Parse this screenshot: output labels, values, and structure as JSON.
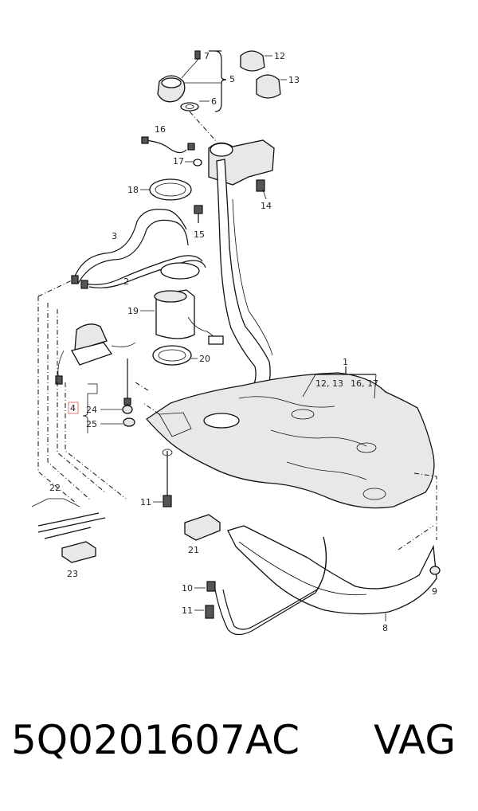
{
  "footer": {
    "part_number": "5Q0201607AC",
    "brand": "VAG"
  },
  "callouts": {
    "c1": "1",
    "c1a": "12, 13",
    "c1b": "16, 17",
    "c2": "2",
    "c3": "3",
    "c4": "4",
    "c5": "5",
    "c6": "6",
    "c7": "7",
    "c8": "8",
    "c9": "9",
    "c10": "10",
    "c11a": "11",
    "c11b": "11",
    "c12": "12",
    "c13": "13",
    "c14": "14",
    "c15": "15",
    "c16": "16",
    "c17": "17",
    "c18": "18",
    "c19": "19",
    "c20": "20",
    "c21": "21",
    "c22": "22",
    "c23": "23",
    "c24": "24",
    "c25": "25"
  },
  "colors": {
    "highlight_box": "#e57373"
  }
}
